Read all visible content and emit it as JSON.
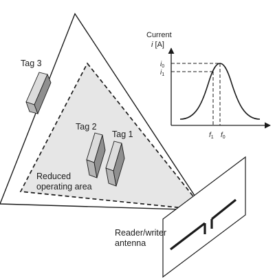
{
  "tags": [
    {
      "label": "Tag 3"
    },
    {
      "label": "Tag 2"
    },
    {
      "label": "Tag 1"
    }
  ],
  "area_label": {
    "line1": "Reduced",
    "line2": "operating area"
  },
  "antenna_label": {
    "line1": "Reader/writer",
    "line2": "antenna"
  },
  "chart_data": {
    "type": "line",
    "ylabel_line1": "Current",
    "ylabel_var": "i",
    "ylabel_unit": "[A]",
    "y_ticks": [
      {
        "base": "i",
        "sub": "0"
      },
      {
        "base": "i",
        "sub": "1"
      }
    ],
    "x_ticks": [
      {
        "base": "f",
        "sub": "1"
      },
      {
        "base": "f",
        "sub": "0"
      }
    ],
    "curve": "resonance peak: current maximum i0 at frequency f0; lower current i1 at frequency f1"
  },
  "colors": {
    "stroke": "#1a1a1a",
    "area_fill": "#e6e6e6",
    "tag_front": "#b5b5b5",
    "tag_side": "#8f8f8f",
    "tag_top": "#dcdcdc"
  }
}
